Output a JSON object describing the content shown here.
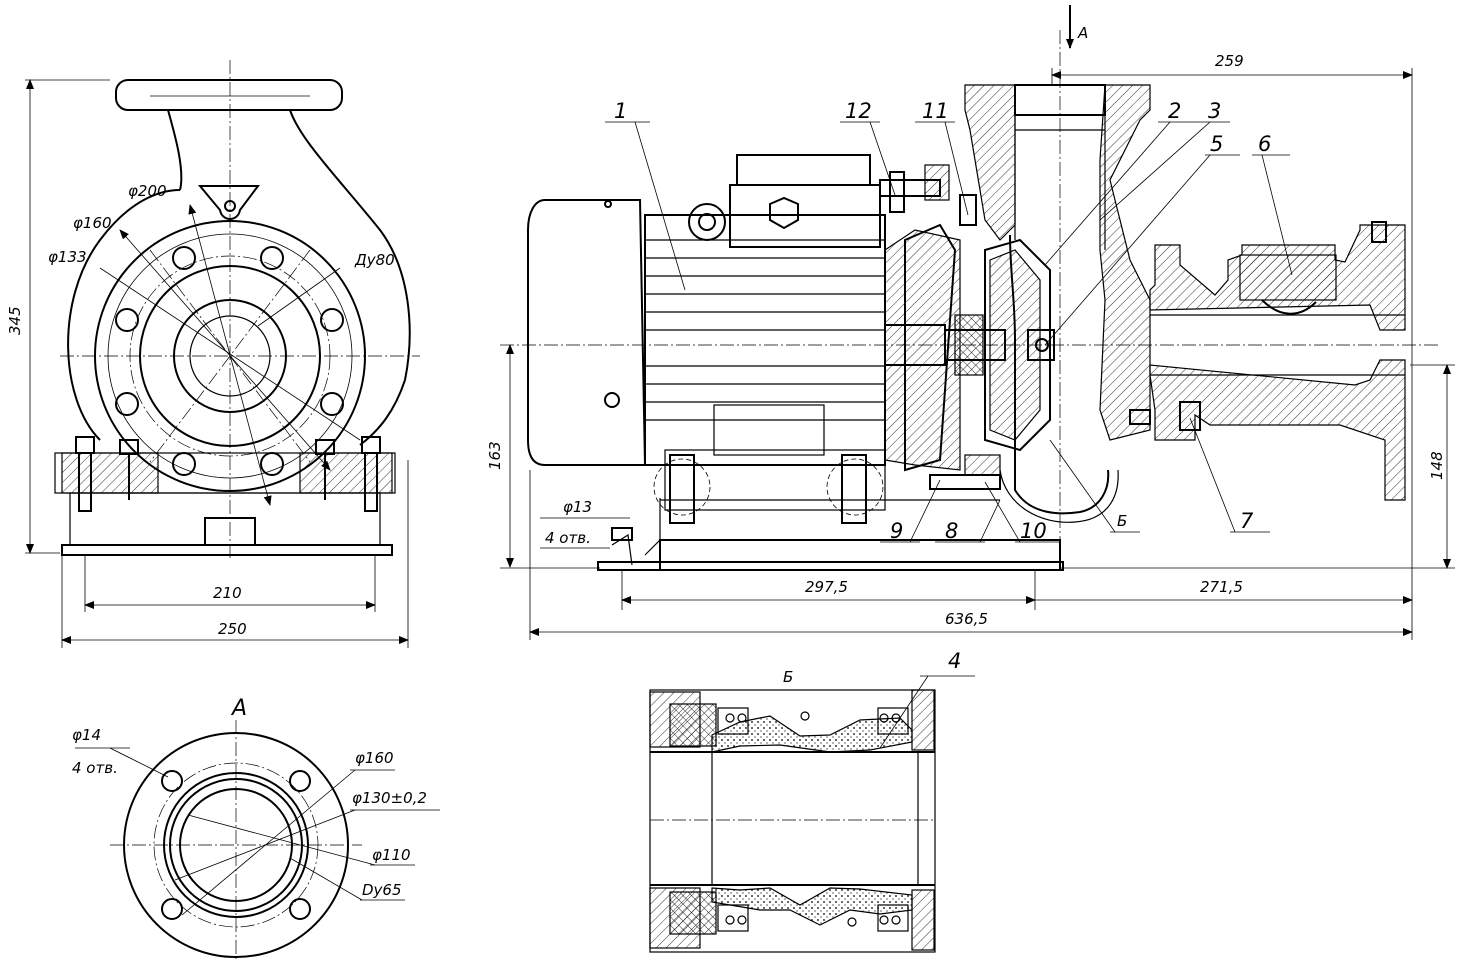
{
  "front_view": {
    "dim_diameter_200": "φ200",
    "dim_diameter_160": "φ160",
    "dim_diameter_133": "φ133",
    "dim_dn80": "Ду80",
    "dim_height_345": "345",
    "dim_width_210": "210",
    "dim_width_250": "250"
  },
  "side_view": {
    "view_arrow_label": "А",
    "dim_259": "259",
    "dim_163": "163",
    "dim_148": "148",
    "dim_297_5": "297,5",
    "dim_271_5": "271,5",
    "dim_636_5": "636,5",
    "hole_diameter": "φ13",
    "hole_count": "4 отв.",
    "detail_marker": "Б",
    "callouts": [
      "1",
      "12",
      "11",
      "2",
      "3",
      "5",
      "6",
      "7",
      "8",
      "9",
      "10"
    ]
  },
  "view_a": {
    "title": "А",
    "dim_hole_14": "φ14",
    "dim_hole_count": "4 отв.",
    "dim_160": "φ160",
    "dim_130": "φ130±0,2",
    "dim_110": "φ110",
    "dim_dy65": "Dу65"
  },
  "detail_b": {
    "title": "Б",
    "callout_4": "4"
  }
}
